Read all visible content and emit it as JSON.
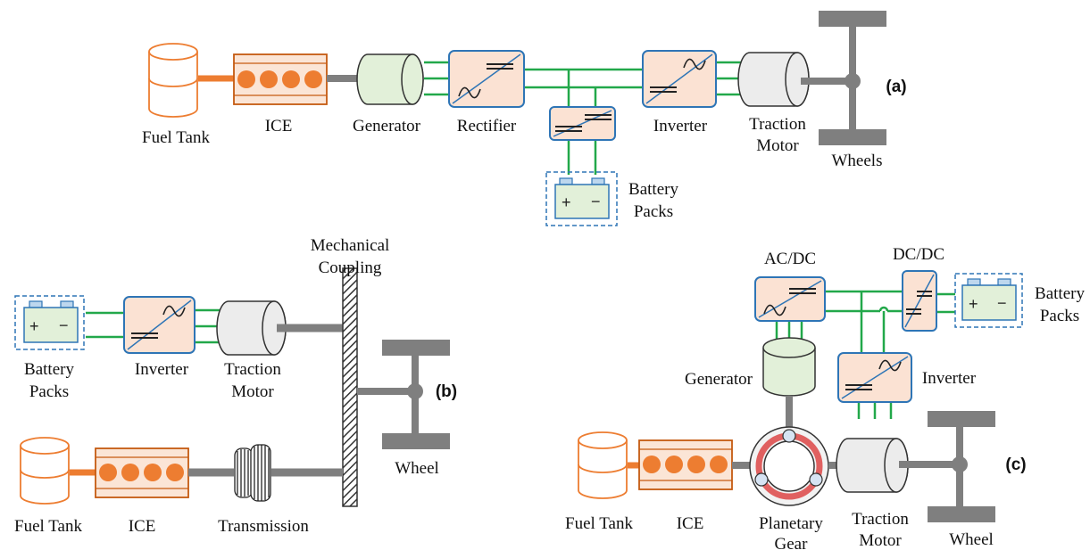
{
  "panel_a": {
    "tag": "(a)",
    "fuel_tank": "Fuel Tank",
    "ice": "ICE",
    "generator": "Generator",
    "rectifier": "Rectifier",
    "inverter": "Inverter",
    "motor_line1": "Traction",
    "motor_line2": "Motor",
    "wheels": "Wheels",
    "battery_line1": "Battery",
    "battery_line2": "Packs"
  },
  "panel_b": {
    "tag": "(b)",
    "coupling_line1": "Mechanical",
    "coupling_line2": "Coupling",
    "battery_line1": "Battery",
    "battery_line2": "Packs",
    "inverter": "Inverter",
    "motor_line1": "Traction",
    "motor_line2": "Motor",
    "wheel": "Wheel",
    "fuel_tank": "Fuel Tank",
    "ice": "ICE",
    "transmission": "Transmission"
  },
  "panel_c": {
    "tag": "(c)",
    "acdc": "AC/DC",
    "dcdc": "DC/DC",
    "battery_line1": "Battery",
    "battery_line2": "Packs",
    "generator": "Generator",
    "inverter": "Inverter",
    "fuel_tank": "Fuel Tank",
    "ice": "ICE",
    "gear_line1": "Planetary",
    "gear_line2": "Gear",
    "motor_line1": "Traction",
    "motor_line2": "Motor",
    "wheel": "Wheel"
  },
  "colors": {
    "electric_wire": "#22a84a",
    "shaft": "#7f7f7f",
    "fuel_line": "#ed7d31",
    "converter_fill": "#fbe2d3",
    "converter_border": "#2e75b6",
    "battery_fill": "#e2f0d9",
    "battery_border": "#2e75b6",
    "generator_fill": "#e2f0d9",
    "motor_fill": "#ececec",
    "engine_fill": "#fbe5d6",
    "engine_border": "#c55a11",
    "piston": "#ed7d31",
    "gear_ring": "#e06060"
  }
}
